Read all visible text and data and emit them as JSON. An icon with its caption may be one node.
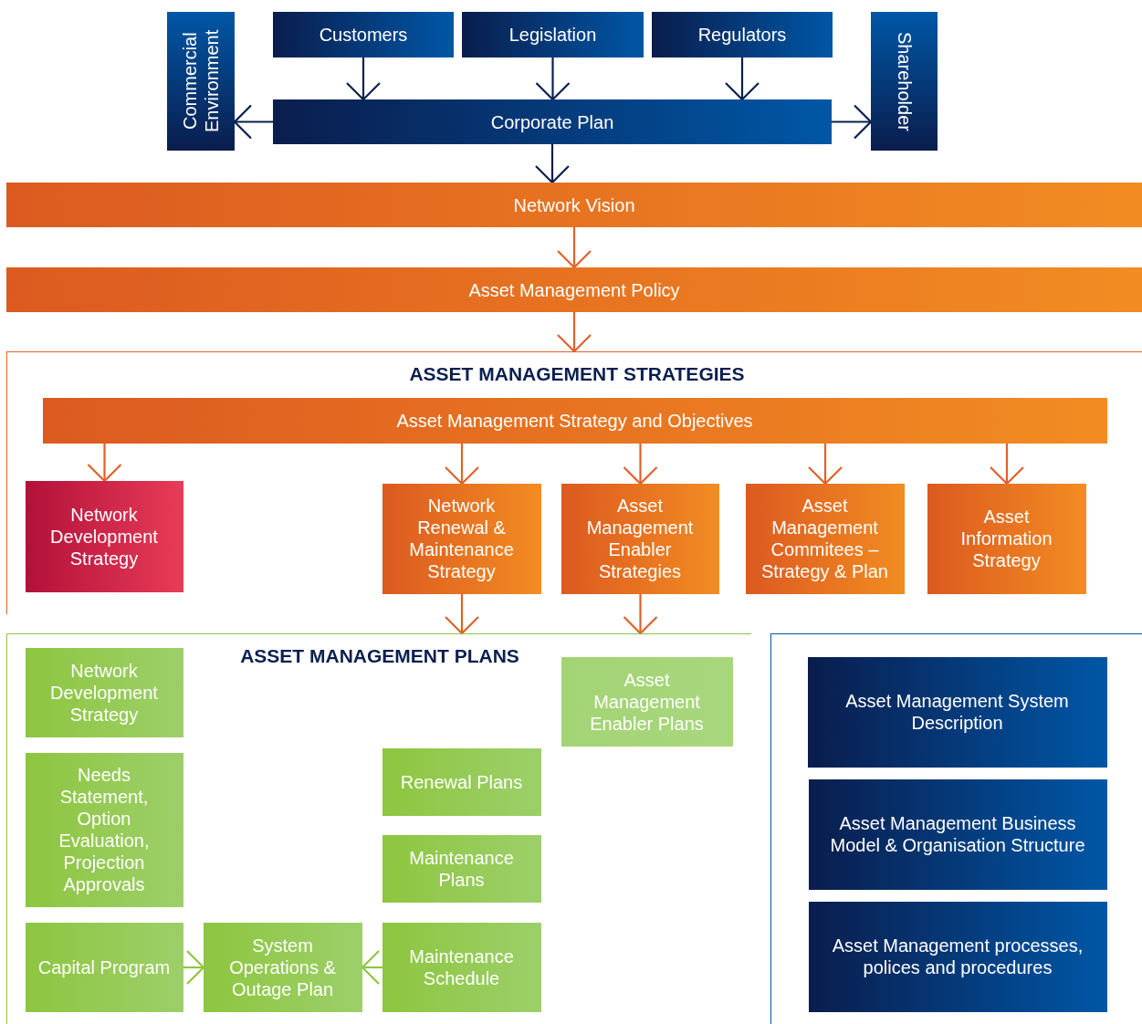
{
  "diagram": {
    "nodes": [
      {
        "text": [
          "Customers"
        ]
      },
      {
        "text": [
          "Legislation"
        ]
      },
      {
        "text": [
          "Regulators"
        ]
      },
      {
        "text": [
          "Commercial Environment"
        ]
      },
      {
        "text": [
          "Corporate Plan"
        ]
      },
      {
        "text": [
          "Shareholder"
        ]
      },
      {
        "text": [
          "Network Vision"
        ]
      },
      {
        "text": [
          "Asset Management Policy"
        ]
      },
      {
        "text": [
          "ASSET MANAGEMENT STRATEGIES"
        ]
      },
      {
        "text": [
          "Asset Management Strategy and Objectives"
        ],
        "in": 8
      },
      {
        "text": [
          "Network Development Strategy"
        ],
        "in": 8
      },
      {
        "text": [
          "Network Renewal & Maintenance Strategy"
        ],
        "in": 8
      },
      {
        "text": [
          "Asset Management Enabler Strategies"
        ],
        "in": 8
      },
      {
        "text": [
          "Asset Management Commitees – Strategy & Plan"
        ],
        "in": 8
      },
      {
        "text": [
          "Asset Information Strategy"
        ],
        "in": 8
      },
      {
        "text": [
          "ASSET MANAGEMENT PLANS"
        ]
      },
      {
        "text": [
          "Network Development Strategy"
        ],
        "in": 15
      },
      {
        "text": [
          "Asset Management Enabler Plans"
        ],
        "in": 15
      },
      {
        "text": [
          "Needs Statement, Option Evaluation, Projection Approvals"
        ],
        "in": 15
      },
      {
        "text": [
          "Renewal Plans"
        ],
        "in": 15
      },
      {
        "text": [
          "Maintenance Plans"
        ],
        "in": 15
      },
      {
        "text": [
          "Capital Program"
        ],
        "in": 15
      },
      {
        "text": [
          "System Operations & Outage Plan"
        ],
        "in": 15
      },
      {
        "text": [
          "Maintenance Schedule"
        ],
        "in": 15
      },
      {
        "text": [],
        "shape": "box"
      },
      {
        "text": [
          "Asset Management System Description"
        ],
        "in": 24
      },
      {
        "text": [
          "Asset Management Business Model & Organisation Structure"
        ],
        "in": 24
      },
      {
        "text": [
          "Asset Management processes, polices and procedures"
        ],
        "in": 24
      }
    ],
    "edges": [
      {
        "from": 0,
        "to": 4,
        "arrow": "to",
        "color": "#0b1f4f"
      },
      {
        "from": 1,
        "to": 4,
        "arrow": "to",
        "color": "#0b1f4f"
      },
      {
        "from": 2,
        "to": 4,
        "arrow": "to",
        "color": "#0b1f4f"
      },
      {
        "from": 4,
        "to": 3,
        "arrow": "to",
        "color": "#0b1f4f"
      },
      {
        "from": 4,
        "to": 5,
        "arrow": "to",
        "color": "#0b1f4f"
      },
      {
        "from": 4,
        "to": 6,
        "arrow": "to",
        "color": "#0b1f4f"
      },
      {
        "from": 6,
        "to": 7,
        "arrow": "to"
      },
      {
        "from": 7,
        "to": 8,
        "arrow": "to"
      },
      {
        "from": 9,
        "to": 10,
        "arrow": "to"
      },
      {
        "from": 9,
        "to": 11,
        "arrow": "to"
      },
      {
        "from": 9,
        "to": 12,
        "arrow": "to"
      },
      {
        "from": 9,
        "to": 13,
        "arrow": "to"
      },
      {
        "from": 9,
        "to": 14,
        "arrow": "to"
      },
      {
        "from": 11,
        "to": 15,
        "arrow": "to"
      },
      {
        "from": 12,
        "to": 15,
        "arrow": "to"
      },
      {
        "from": 21,
        "to": 22,
        "arrow": "to",
        "color": "#8dc63f"
      },
      {
        "from": 23,
        "to": 22,
        "arrow": "to",
        "color": "#8dc63f"
      }
    ]
  }
}
